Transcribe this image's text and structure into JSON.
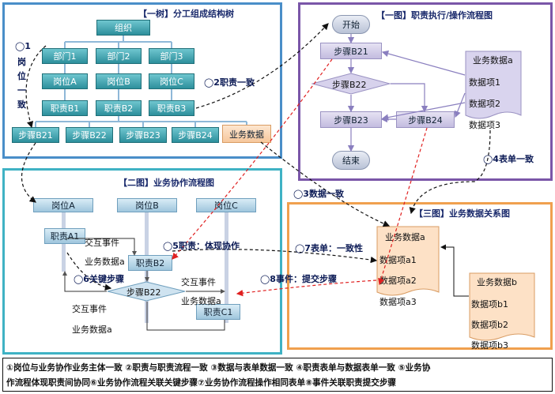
{
  "panels": {
    "tree_title": "【一树】分工组成结构树",
    "flow1_title": "【一图】职责执行/操作流程图",
    "flow2_title": "【二图】业务协作流程图",
    "flow3_title": "【三图】业务数据关系图"
  },
  "tree": {
    "org": "组织",
    "depts": [
      "部门1",
      "部门2",
      "部门3"
    ],
    "posts": [
      "岗位A",
      "岗位B",
      "岗位C"
    ],
    "duties": [
      "职责B1",
      "职责B2",
      "职责B3"
    ],
    "steps": [
      "步骤B21",
      "步骤B22",
      "步骤B23",
      "步骤B24"
    ],
    "biz_data": "业务数据"
  },
  "flow1": {
    "start": "开始",
    "step21": "步骤B21",
    "step22": "步骤B22",
    "step23": "步骤B23",
    "step24": "步骤B24",
    "end": "结束",
    "doc_title": "业务数据a",
    "doc_items": [
      "数据项1",
      "数据项2",
      "数据项3"
    ]
  },
  "flow2": {
    "lanes": [
      "岗位A",
      "岗位B",
      "岗位C"
    ],
    "dutyA1": "职责A1",
    "dutyB2": "职责B2",
    "stepB22": "步骤B22",
    "dutyC1": "职责C1",
    "texts": [
      "交互事件",
      "业务数据a",
      "交互事件",
      "业务数据a",
      "交互事件",
      "业务数据a"
    ]
  },
  "flow3": {
    "docA_title": "业务数据a",
    "docA_items": [
      "数据项a1",
      "数据项a2",
      "数据项a3"
    ],
    "docB_title": "业务数据b",
    "docB_items": [
      "数据项b1",
      "数据项b2",
      "数据项b3"
    ]
  },
  "labels": {
    "l1_num": "◯1",
    "l1_chars": [
      "岗",
      "位",
      "一",
      "致"
    ],
    "l2": "◯2职责一致",
    "l3": "◯3数据一致",
    "l4": "◯4表单一致",
    "l5": "◯5职责：体现协作",
    "l6": "◯6关键步骤",
    "l7": "◯7表单：一致性",
    "l8": "◯8事件：提交步骤"
  },
  "legend": {
    "line1": "①岗位与业务协作业务主体一致 ②职责与职责流程一致 ③数据与表单数据一致 ④职责表单与数据表单一致 ⑤业务协",
    "line2": "作流程体现职责间协同⑥业务协作流程关联关键步骤⑦业务协作流程操作相同表单⑧事件关联职责提交步骤"
  },
  "colors": {
    "tree_border": "#4a8ec8",
    "flow1_border": "#7a56a8",
    "flow2_border": "#3fb2c4",
    "flow3_border": "#f0a04e"
  }
}
